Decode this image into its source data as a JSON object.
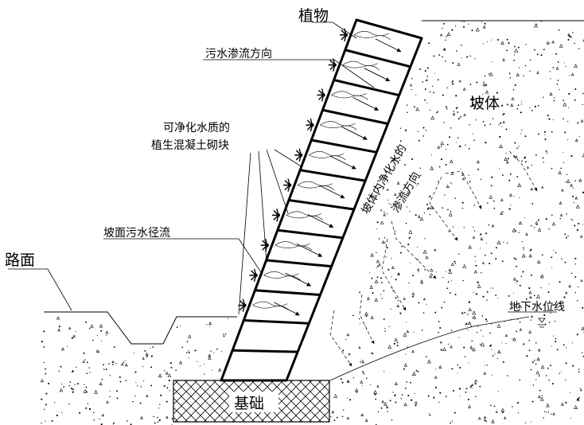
{
  "labels": {
    "plant": "植物",
    "sewage_seepage": "污水渗流方向",
    "block_line1": "可净化水质的",
    "block_line2": "植生混凝土砌块",
    "slope_body": "坡体",
    "inner_flow_line1": "坡体内净化水的",
    "inner_flow_line2": "渗流方向",
    "surface_runoff": "坡面污水径流",
    "road": "路面",
    "groundwater": "地下水位线",
    "foundation": "基础"
  },
  "block_count": 12
}
